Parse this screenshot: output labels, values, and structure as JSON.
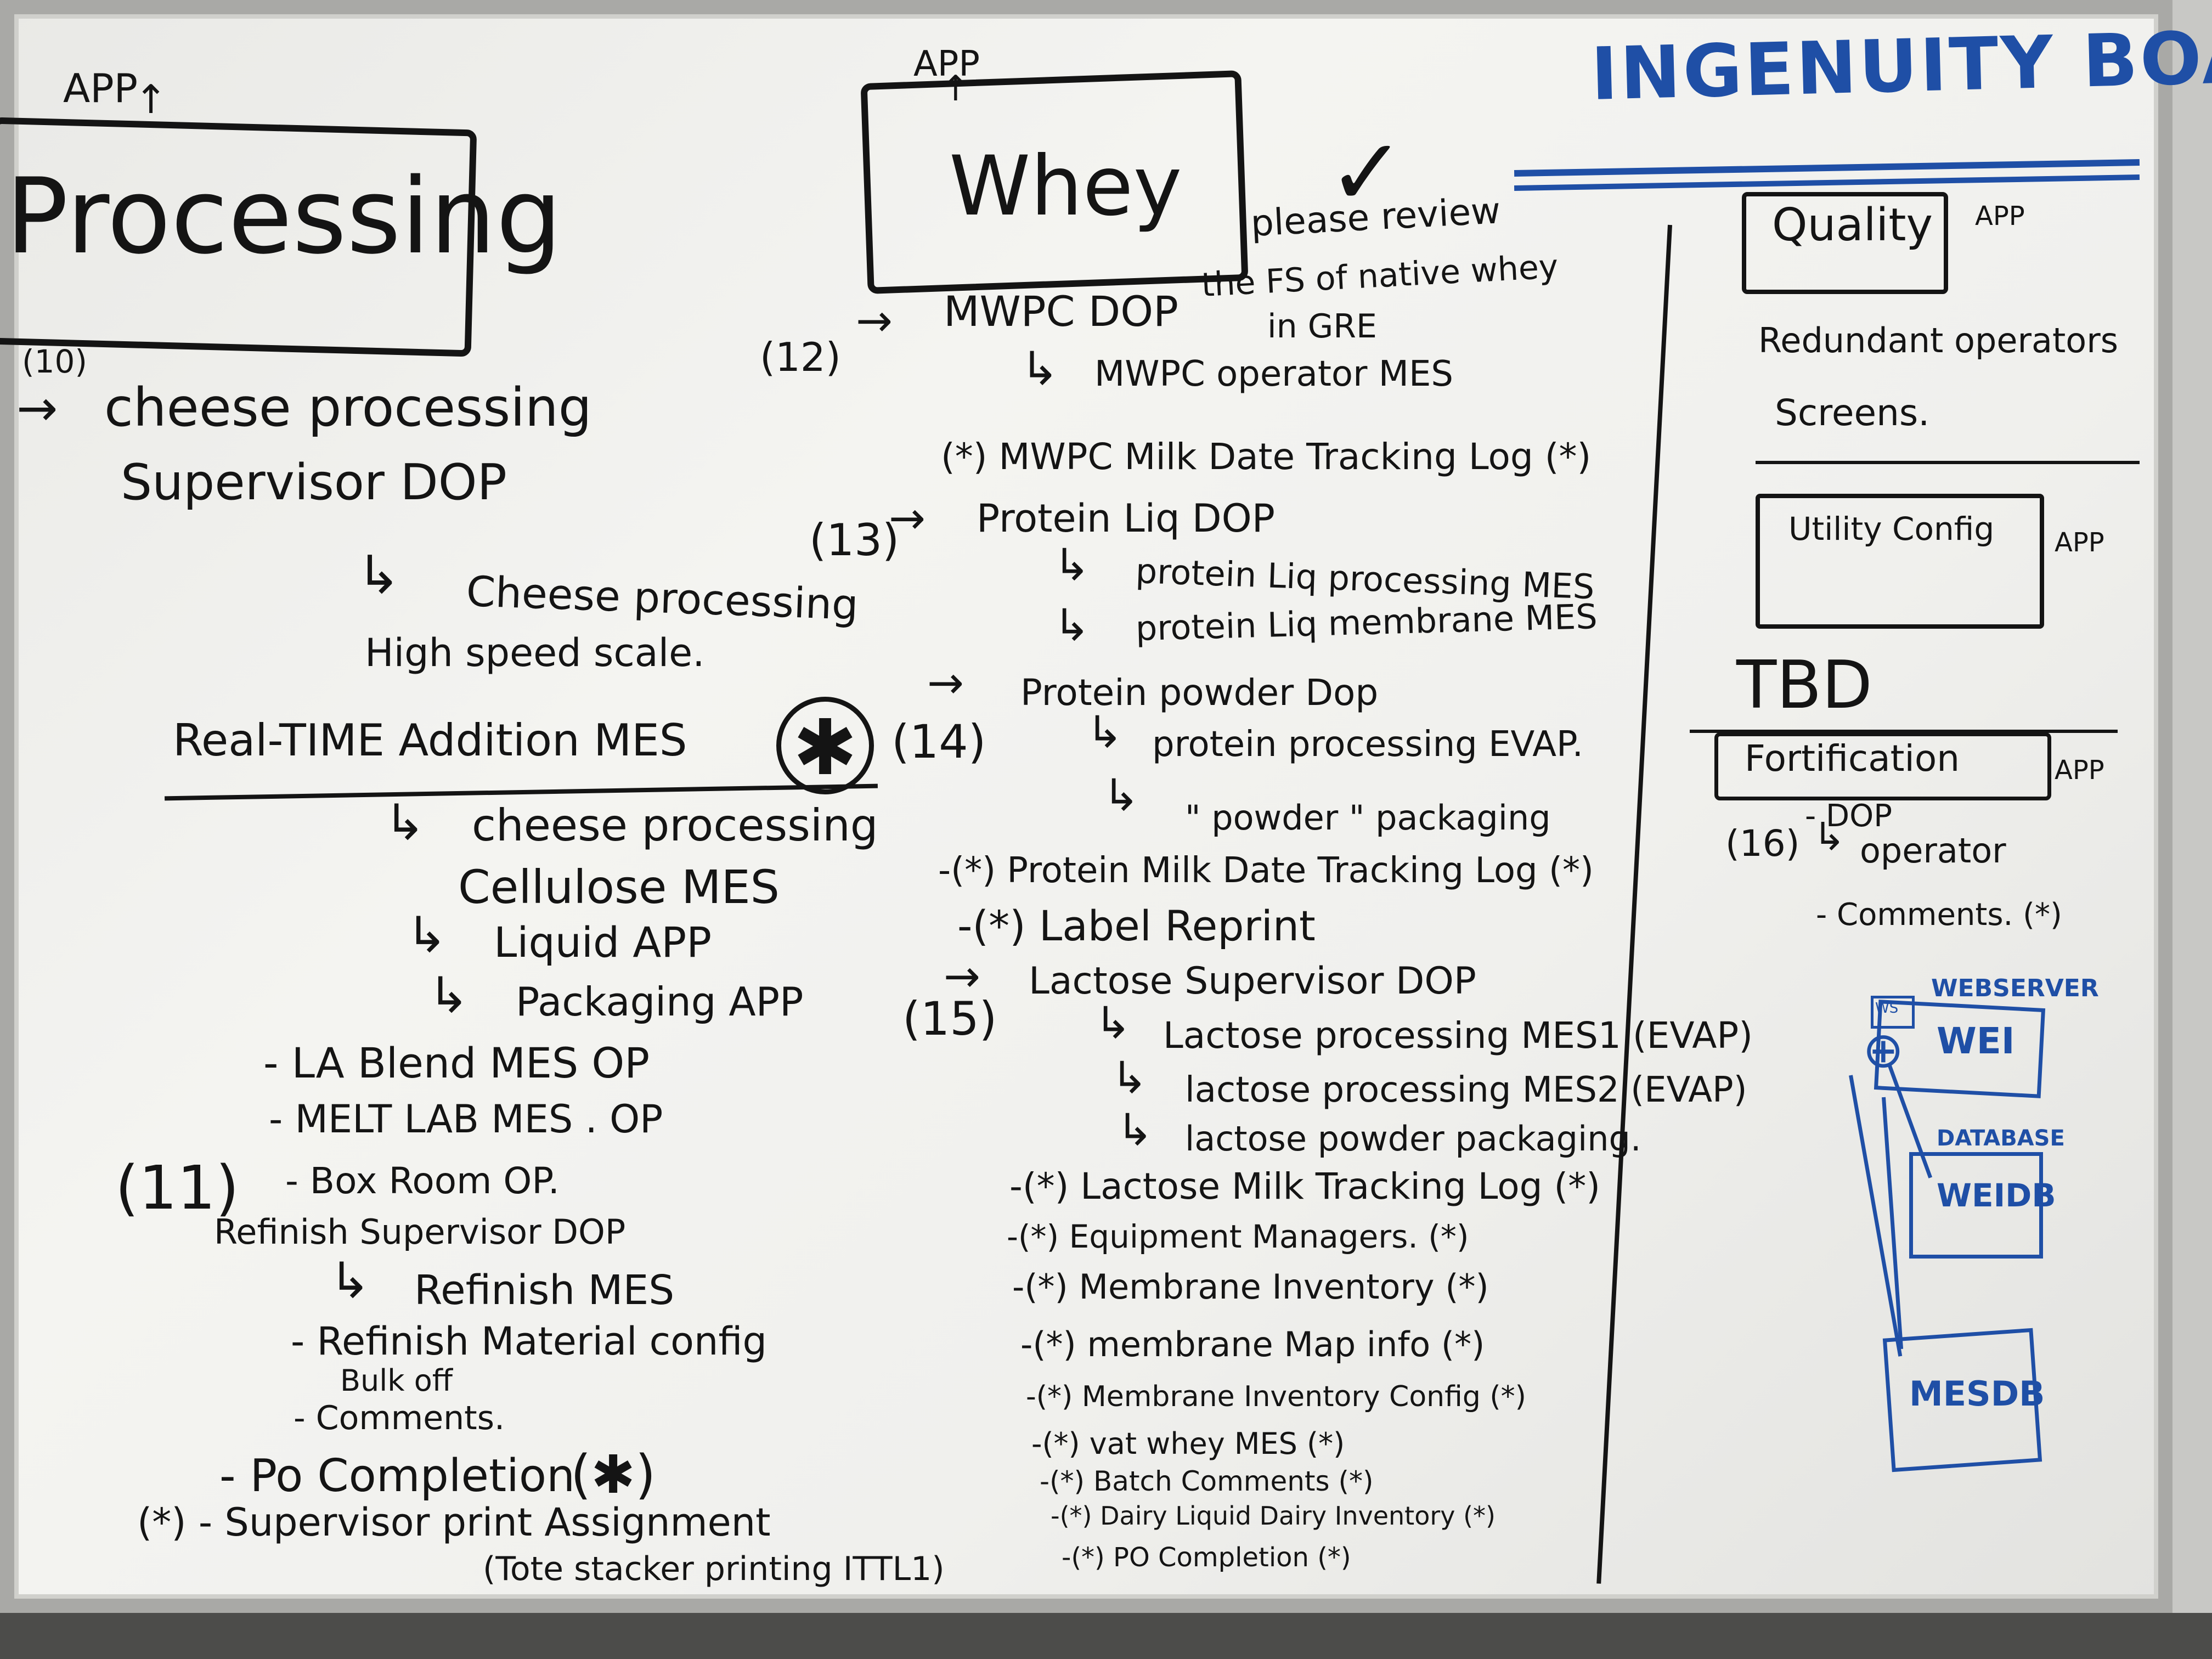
{
  "title": "INGENUITY BOARD",
  "left": {
    "app_label": "APP",
    "box_title": "Processing",
    "num_10": "(10)",
    "l1": "cheese processing",
    "l2": "Supervisor DOP",
    "l3": "Cheese processing",
    "l4": "High speed scale.",
    "l5": "Real-TIME Addition MES",
    "l6": "cheese processing",
    "l7": "Cellulose MES",
    "l8": "Liquid APP",
    "l9": "Packaging APP",
    "l10": "- LA Blend MES OP",
    "l11": "- MELT LAB MES . OP",
    "num_11": "(11)",
    "l12": "- Box Room OP.",
    "l13": "Refinish Supervisor DOP",
    "l14": "Refinish MES",
    "l15": "- Refinish Material config",
    "l16": "Bulk off",
    "l17": "- Comments.",
    "l18": "- Po Completion",
    "l19": "(*) - Supervisor print Assignment",
    "l20": "(Tote stacker printing ITTL1)"
  },
  "middle": {
    "app_label": "APP",
    "box_title": "Whey",
    "note1": "please review",
    "note2": "the FS of native whey",
    "note3": "in GRE",
    "num_12": "(12)",
    "m1": "MWPC DOP",
    "m2": "MWPC operator MES",
    "m3": "(*) MWPC Milk Date Tracking Log (*)",
    "num_13": "(13)",
    "m4": "Protein Liq DOP",
    "m5": "protein Liq processing MES",
    "m6": "protein Liq membrane MES",
    "m7": "Protein powder Dop",
    "num_14": "(14)",
    "m8": "protein processing EVAP.",
    "m9": "\"        powder \" packaging",
    "m10": "-(*) Protein Milk Date Tracking Log (*)",
    "m11": "-(*) Label Reprint",
    "m12": "Lactose Supervisor DOP",
    "num_15": "(15)",
    "m13": "Lactose processing MES1 (EVAP)",
    "m14": "lactose processing MES2 (EVAP)",
    "m15": "lactose powder packaging.",
    "m16": "-(*) Lactose Milk Tracking Log (*)",
    "m17": "-(*) Equipment Managers. (*)",
    "m18": "-(*) Membrane Inventory (*)",
    "m19": "-(*) membrane Map info (*)",
    "m20": "-(*) Membrane Inventory Config (*)",
    "m21": "-(*) vat whey MES (*)",
    "m22": "-(*) Batch Comments (*)",
    "m23": "-(*) Dairy Liquid Dairy Inventory (*)",
    "m24": "-(*) PO Completion (*)"
  },
  "right": {
    "quality": "Quality",
    "quality_app": "APP",
    "r1": "Redundant operators",
    "r2": "Screens.",
    "utility": "Utility Config",
    "utility_app": "APP",
    "tbd": "TBD",
    "fortification": "Fortification",
    "fortification_app": "APP",
    "num_16": "(16)",
    "r3": "- DOP",
    "r4": "operator",
    "r5": "- Comments. (*)",
    "webserver": "WEBSERVER",
    "web": "WEI",
    "ws_small": "WS",
    "database": "DATABASE",
    "db": "WEIDB",
    "mesdb": "MESDB"
  },
  "colors": {
    "marker_black": "#141414",
    "marker_blue": "#1f4fa6",
    "board": "#f0f0ed"
  }
}
